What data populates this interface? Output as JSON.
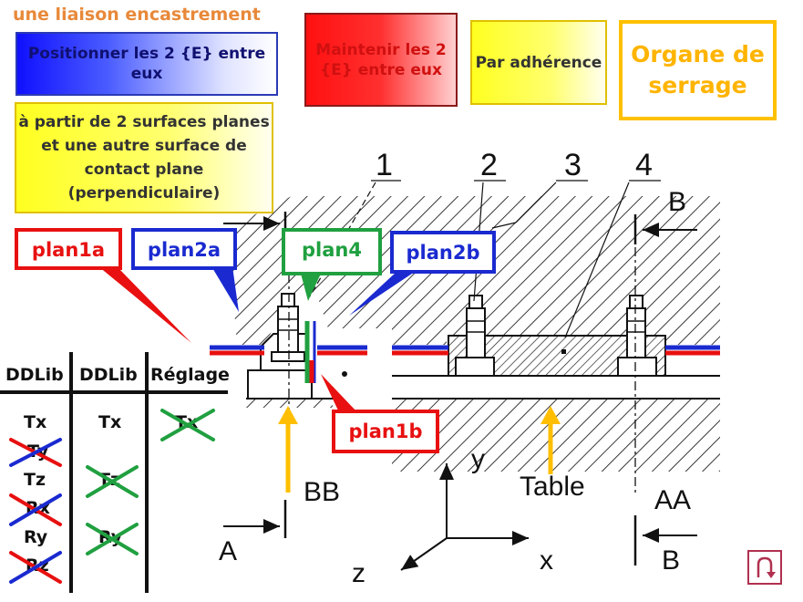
{
  "title": "une liaison encastrement",
  "boxes": {
    "blue": "Positionner les 2 {E} entre eux",
    "red": "Maintenir les 2 {E} entre eux",
    "yellow_small": "Par adhérence",
    "orange": "Organe de serrage",
    "yellow_large": "à partir de 2 surfaces planes et une autre surface de contact plane (perpendiculaire)"
  },
  "callouts": {
    "plan1a": "plan1a",
    "plan2a": "plan2a",
    "plan4": "plan4",
    "plan2b": "plan2b",
    "plan1b": "plan1b"
  },
  "drawing": {
    "part_numbers": [
      "1",
      "2",
      "3",
      "4"
    ],
    "section_labels": {
      "b_top": "B",
      "b_bottom": "B",
      "a": "A",
      "bb": "BB",
      "aa": "AA",
      "table": "Table"
    },
    "axes": {
      "x": "x",
      "y": "y",
      "z": "z"
    }
  },
  "table": {
    "headers": [
      "DDLib",
      "DDLib",
      "Réglage"
    ],
    "col1": [
      {
        "text": "Tx",
        "crossed": false
      },
      {
        "text": "Ty",
        "crossed": true
      },
      {
        "text": "Tz",
        "crossed": false
      },
      {
        "text": "Rx",
        "crossed": true
      },
      {
        "text": "Ry",
        "crossed": false
      },
      {
        "text": "Rz",
        "crossed": true
      }
    ],
    "col2": [
      {
        "text": "Tx",
        "crossed": false
      },
      {
        "text": "Tz",
        "crossed": true
      },
      {
        "text": "Ry",
        "crossed": true
      }
    ],
    "col3": [
      {
        "text": "Tx",
        "crossed": true
      }
    ]
  },
  "colors": {
    "red": "#e81010",
    "blue": "#1a2ad0",
    "green": "#20a040",
    "yellow_arrow": "#ffbf00",
    "orange_text": "#e8893a"
  },
  "icons": {
    "return": "u-turn-icon"
  }
}
